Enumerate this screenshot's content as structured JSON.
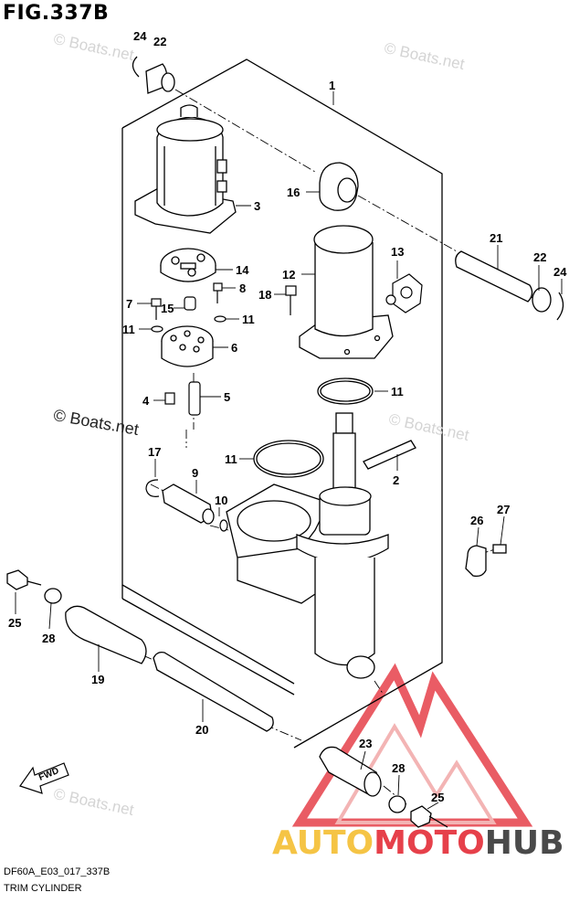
{
  "header": {
    "fig_label": "FIG.337B"
  },
  "footer": {
    "diagram_code": "DF60A_E03_017_337B",
    "diagram_name": "TRIM CYLINDER"
  },
  "watermark": {
    "text": "© Boats.net"
  },
  "brand": {
    "part1": "AUTO",
    "part2": "MOTO",
    "part3": "HUB",
    "colors": {
      "auto": "#f5c445",
      "moto": "#e6404a",
      "hub": "#4a4a4a"
    }
  },
  "direction": {
    "label": "FWD"
  },
  "callouts": [
    {
      "id": "c24a",
      "text": "24"
    },
    {
      "id": "c22a",
      "text": "22"
    },
    {
      "id": "c1",
      "text": "1"
    },
    {
      "id": "c16",
      "text": "16"
    },
    {
      "id": "c3",
      "text": "3"
    },
    {
      "id": "c21",
      "text": "21"
    },
    {
      "id": "c22b",
      "text": "22"
    },
    {
      "id": "c24b",
      "text": "24"
    },
    {
      "id": "c13",
      "text": "13"
    },
    {
      "id": "c12",
      "text": "12"
    },
    {
      "id": "c14",
      "text": "14"
    },
    {
      "id": "c18",
      "text": "18"
    },
    {
      "id": "c7",
      "text": "7"
    },
    {
      "id": "c15",
      "text": "15"
    },
    {
      "id": "c8",
      "text": "8"
    },
    {
      "id": "c11a",
      "text": "11"
    },
    {
      "id": "c11b",
      "text": "11"
    },
    {
      "id": "c6",
      "text": "6"
    },
    {
      "id": "c11c",
      "text": "11"
    },
    {
      "id": "c4",
      "text": "4"
    },
    {
      "id": "c5",
      "text": "5"
    },
    {
      "id": "c17",
      "text": "17"
    },
    {
      "id": "c11d",
      "text": "11"
    },
    {
      "id": "c2",
      "text": "2"
    },
    {
      "id": "c9",
      "text": "9"
    },
    {
      "id": "c10",
      "text": "10"
    },
    {
      "id": "c27",
      "text": "27"
    },
    {
      "id": "c26",
      "text": "26"
    },
    {
      "id": "c25a",
      "text": "25"
    },
    {
      "id": "c28a",
      "text": "28"
    },
    {
      "id": "c19",
      "text": "19"
    },
    {
      "id": "c20",
      "text": "20"
    },
    {
      "id": "c23",
      "text": "23"
    },
    {
      "id": "c28b",
      "text": "28"
    },
    {
      "id": "c25b",
      "text": "25"
    }
  ]
}
